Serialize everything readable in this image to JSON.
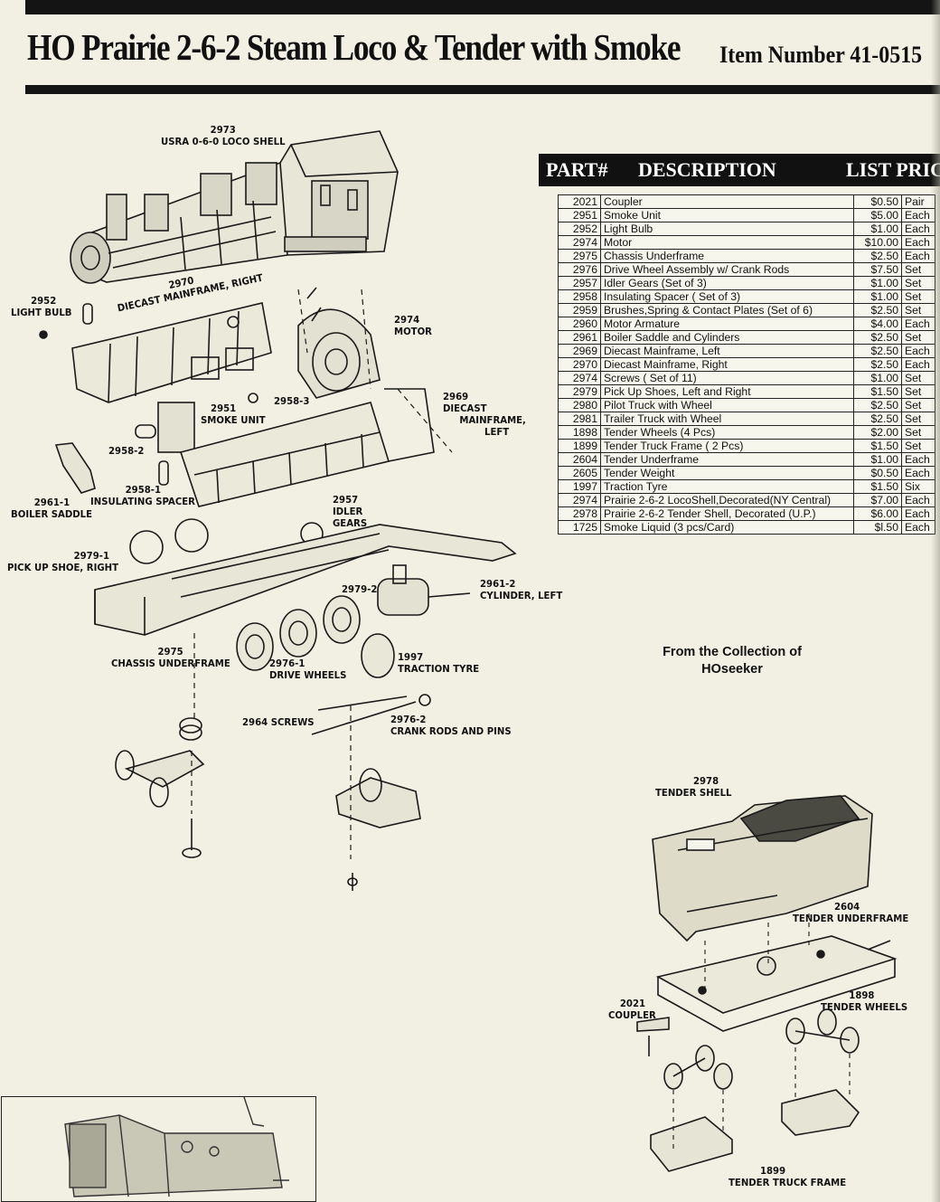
{
  "header": {
    "title": "HO Prairie 2-6-2 Steam Loco & Tender with Smoke",
    "item_number": "Item Number 41-0515"
  },
  "parts_table": {
    "columns": [
      "PART#",
      "DESCRIPTION",
      "LIST PRICE"
    ],
    "rows": [
      {
        "part": "2021",
        "description": "Coupler",
        "price": "$0.50",
        "unit": "Pair"
      },
      {
        "part": "2951",
        "description": "Smoke Unit",
        "price": "$5.00",
        "unit": "Each"
      },
      {
        "part": "2952",
        "description": "Light Bulb",
        "price": "$1.00",
        "unit": "Each"
      },
      {
        "part": "2974",
        "description": "Motor",
        "price": "$10.00",
        "unit": "Each"
      },
      {
        "part": "2975",
        "description": "Chassis Underframe",
        "price": "$2.50",
        "unit": "Each"
      },
      {
        "part": "2976",
        "description": "Drive Wheel Assembly w/ Crank Rods",
        "price": "$7.50",
        "unit": "Set"
      },
      {
        "part": "2957",
        "description": "Idler Gears (Set of 3)",
        "price": "$1.00",
        "unit": "Set"
      },
      {
        "part": "2958",
        "description": "Insulating Spacer ( Set of 3)",
        "price": "$1.00",
        "unit": "Set"
      },
      {
        "part": "2959",
        "description": "Brushes,Spring & Contact Plates (Set of 6)",
        "price": "$2.50",
        "unit": "Set"
      },
      {
        "part": "2960",
        "description": "Motor Armature",
        "price": "$4.00",
        "unit": "Each"
      },
      {
        "part": "2961",
        "description": "Boiler Saddle and Cylinders",
        "price": "$2.50",
        "unit": "Set"
      },
      {
        "part": "2969",
        "description": "Diecast Mainframe, Left",
        "price": "$2.50",
        "unit": "Each"
      },
      {
        "part": "2970",
        "description": "Diecast Mainframe, Right",
        "price": "$2.50",
        "unit": "Each"
      },
      {
        "part": "2974",
        "description": "Screws ( Set of 11)",
        "price": "$1.00",
        "unit": "Set"
      },
      {
        "part": "2979",
        "description": "Pick Up Shoes, Left and Right",
        "price": "$1.50",
        "unit": "Set"
      },
      {
        "part": "2980",
        "description": "Pilot Truck with Wheel",
        "price": "$2.50",
        "unit": "Set"
      },
      {
        "part": "2981",
        "description": "Trailer Truck with Wheel",
        "price": "$2.50",
        "unit": "Set"
      },
      {
        "part": "1898",
        "description": "Tender Wheels (4 Pcs)",
        "price": "$2.00",
        "unit": "Set"
      },
      {
        "part": "1899",
        "description": "Tender Truck Frame ( 2 Pcs)",
        "price": "$1.50",
        "unit": "Set"
      },
      {
        "part": "2604",
        "description": "Tender Underframe",
        "price": "$1.00",
        "unit": "Each"
      },
      {
        "part": "2605",
        "description": "Tender Weight",
        "price": "$0.50",
        "unit": "Each"
      },
      {
        "part": "1997",
        "description": "Traction Tyre",
        "price": "$1.50",
        "unit": "Six"
      },
      {
        "part": "2974",
        "description": "Prairie 2-6-2 LocoShell,Decorated(NY Central)",
        "price": "$7.00",
        "unit": "Each"
      },
      {
        "part": "2978",
        "description": "Prairie 2-6-2 Tender Shell, Decorated (U.P.)",
        "price": "$6.00",
        "unit": "Each"
      },
      {
        "part": "1725",
        "description": "Smoke Liquid (3 pcs/Card)",
        "price": "$l.50",
        "unit": "Each"
      }
    ]
  },
  "collection_note": [
    "From the Collection of",
    "HOseeker"
  ],
  "diagram_labels": {
    "loco_shell": [
      "2973",
      "USRA 0-6-0 LOCO SHELL"
    ],
    "light_bulb": [
      "2952",
      "LIGHT BULB"
    ],
    "mainframe_right": [
      "2970",
      "DIECAST MAINFRAME, RIGHT"
    ],
    "motor": [
      "2974",
      "MOTOR"
    ],
    "smoke_unit": [
      "2951",
      "SMOKE UNIT"
    ],
    "spacer_3": [
      "2958-3"
    ],
    "mainframe_left": [
      "2969",
      "DIECAST",
      "MAINFRAME,",
      "LEFT"
    ],
    "spacer_2": [
      "2958-2"
    ],
    "spacer_1": [
      "2958-1",
      "INSULATING SPACER"
    ],
    "boiler_saddle": [
      "2961-1",
      "BOILER SADDLE"
    ],
    "idler_gears": [
      "2957",
      "IDLER",
      "GEARS"
    ],
    "pickup_shoe": [
      "2979-1",
      "PICK UP SHOE, RIGHT"
    ],
    "pickup_2": [
      "2979-2"
    ],
    "cylinder_left": [
      "2961-2",
      "CYLINDER, LEFT"
    ],
    "chassis": [
      "2975",
      "CHASSIS UNDERFRAME"
    ],
    "drive_wheels": [
      "2976-1",
      "DRIVE WHEELS"
    ],
    "traction_tyre": [
      "1997",
      "TRACTION TYRE"
    ],
    "screws": [
      "2964 SCREWS"
    ],
    "crank_rods": [
      "2976-2",
      "CRANK RODS AND PINS"
    ],
    "tender_shell": [
      "2978",
      "TENDER SHELL"
    ],
    "tender_underframe": [
      "2604",
      "TENDER UNDERFRAME"
    ],
    "tender_wheels": [
      "1898",
      "TENDER WHEELS"
    ],
    "coupler": [
      "2021",
      "COUPLER"
    ],
    "tender_truck": [
      "1899",
      "TENDER TRUCK FRAME"
    ]
  }
}
